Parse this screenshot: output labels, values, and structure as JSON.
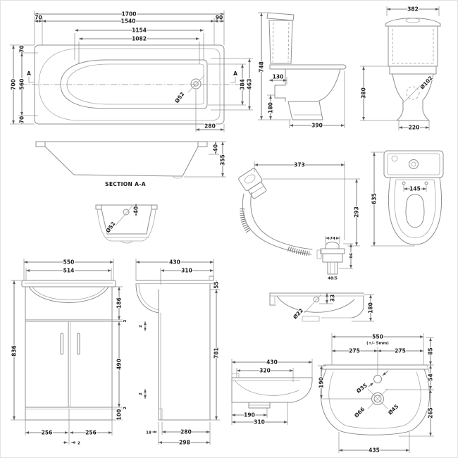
{
  "colors": {
    "background": "#ffffff",
    "line": "#8f8f8f",
    "dimension": "#5a5a5a",
    "text": "#1c1c1c"
  },
  "bath_plan": {
    "overall_length": "1700",
    "end_left": "70",
    "rim_length": "1540",
    "end_right": "90",
    "inner_length_top": "1154",
    "inner_length_base": "1082",
    "overall_width": "700",
    "side_top": "70",
    "inner_width_overall": "560",
    "side_bottom": "70",
    "rim_width": "463",
    "inner_width": "384",
    "waste_diameter": "Ø52",
    "waste_to_end": "280",
    "section_marker_left": "A",
    "section_marker_right": "A"
  },
  "bath_section": {
    "label": "SECTION A-A",
    "rim_height": "40",
    "depth": "355"
  },
  "bath_cross_section": {
    "waste_diameter": "Ø52",
    "rim_to_waste": "40"
  },
  "bath_waste_kit": {
    "width": "373",
    "height": "293",
    "plug_top": "74",
    "body_side": "86",
    "tail": "48.5"
  },
  "toilet_side": {
    "overall_height": "748",
    "soil_offset": "130",
    "outlet_height": "180",
    "base_depth": "390"
  },
  "toilet_front": {
    "cistern_width": "382",
    "pan_height": "380",
    "outlet_diameter": "Ø102",
    "base_width": "220"
  },
  "toilet_plan": {
    "overall_depth": "635",
    "hinge_centres": "145"
  },
  "vanity_front": {
    "overall_width": "550",
    "basin_width": "514",
    "overall_height": "836",
    "basin_height": "186",
    "gap_top": "2",
    "door_height": "490",
    "gap_bottom": "2",
    "plinth_height": "100",
    "door_left": "256",
    "door_right": "256",
    "door_gap": "2"
  },
  "vanity_side": {
    "overall_depth": "430",
    "cabinet_depth": "310",
    "worktop_height": "55",
    "cabinet_height": "781",
    "gap_upper": "2",
    "gap_lower": "2",
    "toe_recess": "18",
    "base_depth": "280",
    "overall_base_depth": "298"
  },
  "basin_profile": {
    "overflow_diameter": "Ø22",
    "overflow_offset": "33",
    "height": "180"
  },
  "basin_underside": {
    "overall_depth": "430",
    "bowl_depth": "320",
    "trap_depth": "190",
    "base_depth": "310"
  },
  "basin_plan": {
    "overall_width": "550",
    "tolerance": "(+/- 5mm)",
    "half_left": "275",
    "half_right": "275",
    "rim_height": "85",
    "tap_drop": "54",
    "bowl_drop": "265",
    "waste_drop": "190",
    "tap_hole": "Ø35",
    "waste_outer": "Ø66",
    "waste_inner": "Ø45",
    "bowl_width": "435"
  }
}
